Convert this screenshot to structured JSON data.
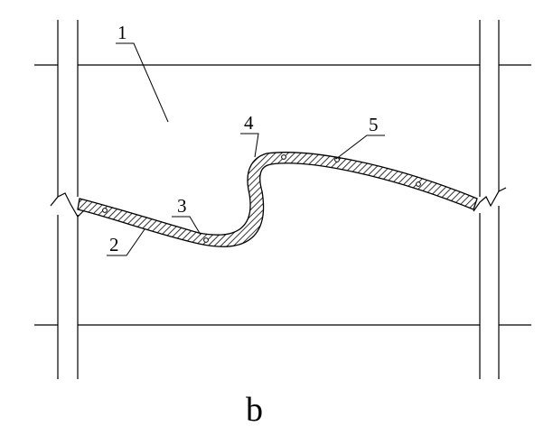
{
  "labels": [
    "1",
    "2",
    "3",
    "4",
    "5"
  ],
  "caption": "b"
}
